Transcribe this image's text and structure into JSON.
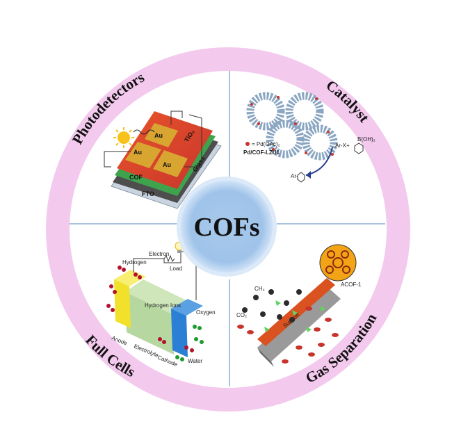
{
  "colors": {
    "ring": "#f3c9ee",
    "divider": "#4f86b8",
    "center_fill": "#9fc3e9",
    "center_glow": "#cfe2f7"
  },
  "center": {
    "label": "COFs"
  },
  "quadrants": {
    "photodetectors": {
      "title": "Photodetectors",
      "labels": {
        "au1": "Au",
        "au2": "Au",
        "au3": "Au",
        "cof": "COF",
        "tio2": "TiO₂",
        "glass": "Glass",
        "fto": "FTO"
      }
    },
    "catalyst": {
      "title": "Catalyst",
      "labels": {
        "pd": "= Pd(OAc)₂",
        "pdcof": "Pd/COF-LZU1",
        "arx": "Ar-X",
        "plus": "+",
        "boh2": "B(OH)₂",
        "ar": "Ar-"
      }
    },
    "fuel_cells": {
      "title": "Full Cells",
      "labels": {
        "hydrogen": "Hydrogen",
        "electron": "Electron",
        "load": "Load",
        "hydrogen_ions": "Hydrogen Ions",
        "oxygen": "Oxygen",
        "anode": "Anode",
        "electrolyte": "Electrolyte",
        "cathode": "Cathode",
        "water": "Water"
      }
    },
    "gas_separation": {
      "title": "Gas Separation",
      "labels": {
        "co2": "CO₂",
        "ch4": "CH₄",
        "support": "Support",
        "acof": "ACOF-1"
      }
    }
  }
}
